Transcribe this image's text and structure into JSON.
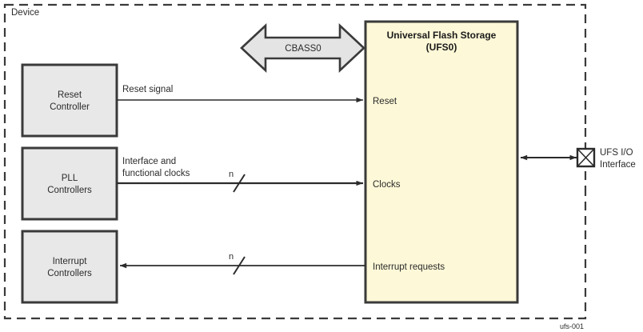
{
  "figure": {
    "id_caption": "ufs-001",
    "boundary_label": "Device"
  },
  "colors": {
    "module_fill": "#fdf8d7",
    "controller_fill": "#e8e8e8",
    "arrow_fill": "#e4e4e4",
    "stroke": "#3a3a3a",
    "line": "#2b2b2b",
    "background": "#ffffff"
  },
  "main_module": {
    "title_line1": "Universal Flash Storage",
    "title_line2": "(UFS0)",
    "ports": [
      {
        "label": "Reset"
      },
      {
        "label": "Clocks"
      },
      {
        "label": "Interrupt requests"
      }
    ]
  },
  "bus_arrow": {
    "label": "CBASS0"
  },
  "controllers": [
    {
      "line1": "Reset",
      "line2": "Controller"
    },
    {
      "line1": "PLL",
      "line2": "Controllers"
    },
    {
      "line1": "Interrupt",
      "line2": "Controllers"
    }
  ],
  "signals": [
    {
      "name": "reset-signal",
      "label_line1": "Reset signal",
      "label_line2": "",
      "bus_width": ""
    },
    {
      "name": "clocks-signal",
      "label_line1": "Interface and",
      "label_line2": "functional clocks",
      "bus_width": "n"
    },
    {
      "name": "interrupt-signal",
      "label_line1": "",
      "label_line2": "",
      "bus_width": "n"
    }
  ],
  "io_pad": {
    "label_line1": "UFS I/O",
    "label_line2": "Interface"
  }
}
